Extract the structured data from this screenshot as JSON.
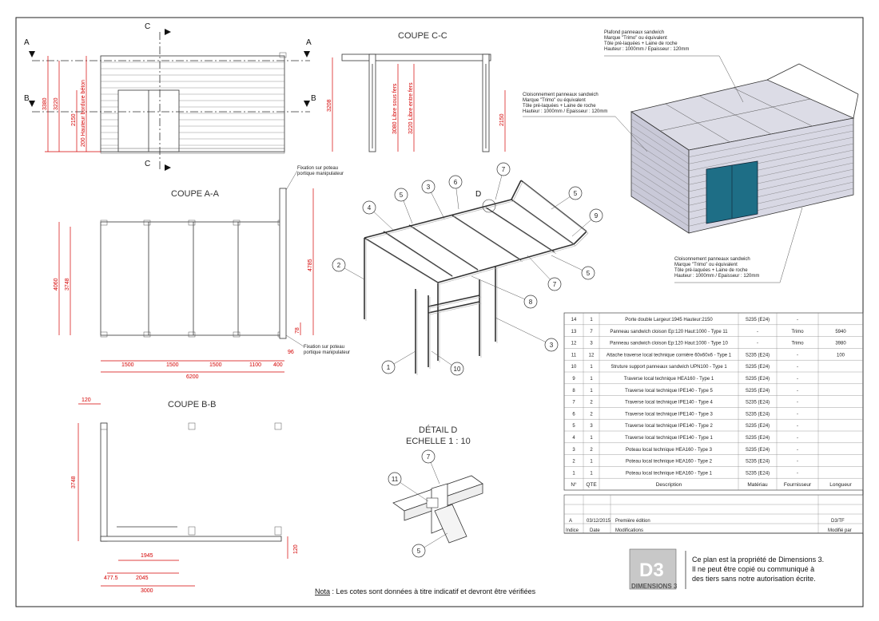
{
  "views": {
    "coupe_cc": "COUPE C-C",
    "coupe_aa": "COUPE A-A",
    "coupe_bb": "COUPE B-B",
    "detail_d": "DÉTAIL D",
    "echelle": "ECHELLE 1 : 10",
    "detail_tag": "D"
  },
  "section_marks": [
    "A",
    "A",
    "B",
    "B",
    "C",
    "C"
  ],
  "elevation_dims": [
    "3380",
    "3220",
    "2150",
    "200 Hauteur bordure béton"
  ],
  "coupe_cc_dims": [
    "3208",
    "3080 Libre sous fers",
    "3220 Libre entre fers",
    "2150"
  ],
  "coupe_aa_dims": {
    "left": [
      "4060",
      "3748"
    ],
    "right": [
      "4785",
      "78"
    ],
    "bottom": [
      "1500",
      "1500",
      "1500",
      "1100",
      "400"
    ],
    "total": "6200",
    "side": "96",
    "note_top": "Fixation sur poteau portique manipulateur",
    "note_bottom": "Fixation sur poteau portique manipulateur"
  },
  "coupe_bb_dims": {
    "top": "120",
    "left": "3748",
    "right": "120",
    "b1": "1945",
    "b2a": "477.5",
    "b2b": "2045",
    "total": "3000"
  },
  "annotations": {
    "plafond": [
      "Plafond panneaux sandwich",
      "Marque \"Trimo\" ou équivalent",
      "Tôle pré-laquées + Laine de roche",
      "Hauteur : 1000mm / Epaisseur : 120mm"
    ],
    "cloison1": [
      "Cloisonnement panneaux sandwich",
      "Marque \"Trimo\" ou équivalent",
      "Tôle pré-laquées + Laine de roche",
      "Hauteur : 1000mm / Epaisseur : 120mm"
    ],
    "cloison2": [
      "Cloisonnement panneaux sandwich",
      "Marque \"Trimo\" ou équivalent",
      "Tôle pré-laquées + Laine de roche",
      "Hauteur : 1000mm / Epaisseur : 120mm"
    ]
  },
  "balloons_iso": [
    "1",
    "2",
    "3",
    "4",
    "5",
    "3",
    "6",
    "7",
    "5",
    "9",
    "5",
    "7",
    "8",
    "10"
  ],
  "balloons_detail": [
    "7",
    "11",
    "5"
  ],
  "bom_rows": [
    {
      "n": "14",
      "qte": "1",
      "desc": "Porte double Largeur:1945 Hauteur:2150",
      "mat": "S235 (E24)",
      "four": "-",
      "long": ""
    },
    {
      "n": "13",
      "qte": "7",
      "desc": "Panneau sandwich cloison Ep:120 Haut:1000 - Type 11",
      "mat": "-",
      "four": "Trimo",
      "long": "5940"
    },
    {
      "n": "12",
      "qte": "3",
      "desc": "Panneau sandwich cloison Ep:120 Haut:1000 - Type 10",
      "mat": "-",
      "four": "Trimo",
      "long": "3980"
    },
    {
      "n": "11",
      "qte": "12",
      "desc": "Attache traverse local technique cornière 60x60x6 - Type 1",
      "mat": "S235 (E24)",
      "four": "-",
      "long": "100"
    },
    {
      "n": "10",
      "qte": "1",
      "desc": "Struture support panneaux sandwich UPN100 - Type 1",
      "mat": "S235 (E24)",
      "four": "-",
      "long": ""
    },
    {
      "n": "9",
      "qte": "1",
      "desc": "Traverse local technique HEA160 - Type 1",
      "mat": "S235 (E24)",
      "four": "-",
      "long": ""
    },
    {
      "n": "8",
      "qte": "1",
      "desc": "Traverse local technique IPE140 - Type 5",
      "mat": "S235 (E24)",
      "four": "-",
      "long": ""
    },
    {
      "n": "7",
      "qte": "2",
      "desc": "Traverse local technique IPE140 - Type 4",
      "mat": "S235 (E24)",
      "four": "-",
      "long": ""
    },
    {
      "n": "6",
      "qte": "2",
      "desc": "Traverse local technique IPE140 - Type 3",
      "mat": "S235 (E24)",
      "four": "-",
      "long": ""
    },
    {
      "n": "5",
      "qte": "3",
      "desc": "Traverse local technique IPE140 - Type 2",
      "mat": "S235 (E24)",
      "four": "-",
      "long": ""
    },
    {
      "n": "4",
      "qte": "1",
      "desc": "Traverse local technique IPE140 - Type 1",
      "mat": "S235 (E24)",
      "four": "-",
      "long": ""
    },
    {
      "n": "3",
      "qte": "2",
      "desc": "Poteau local technique HEA160 - Type 3",
      "mat": "S235 (E24)",
      "four": "-",
      "long": ""
    },
    {
      "n": "2",
      "qte": "1",
      "desc": "Poteau local technique HEA160 - Type 2",
      "mat": "S235 (E24)",
      "four": "-",
      "long": ""
    },
    {
      "n": "1",
      "qte": "1",
      "desc": "Poteau local technique HEA160 - Type 1",
      "mat": "S235 (E24)",
      "four": "-",
      "long": ""
    }
  ],
  "bom_header": {
    "n": "N°",
    "qte": "QTE",
    "desc": "Description",
    "mat": "Matériau",
    "four": "Fournisseur",
    "long": "Longueur"
  },
  "revision": {
    "indice": "A",
    "date": "03/12/2015",
    "desc": "Première édition",
    "by": "D3/TF"
  },
  "revision_header": {
    "indice": "Indice",
    "date": "Date",
    "modif": "Modifications",
    "by": "Modifié par"
  },
  "company": {
    "logo_text": "DIMENSIONS 3",
    "logo_mark": "D3",
    "property": [
      "Ce plan est la propriété de Dimensions 3.",
      "Il ne peut être copié ou communiqué à",
      "des tiers sans notre autorisation écrite."
    ]
  },
  "note": {
    "prefix": "Nota",
    "text": " : Les cotes sont données à titre indicatif et devront être vérifiées"
  },
  "colors": {
    "dimension": "#d40000",
    "door": "#1e6e86",
    "panel": "#c9c9d8"
  }
}
